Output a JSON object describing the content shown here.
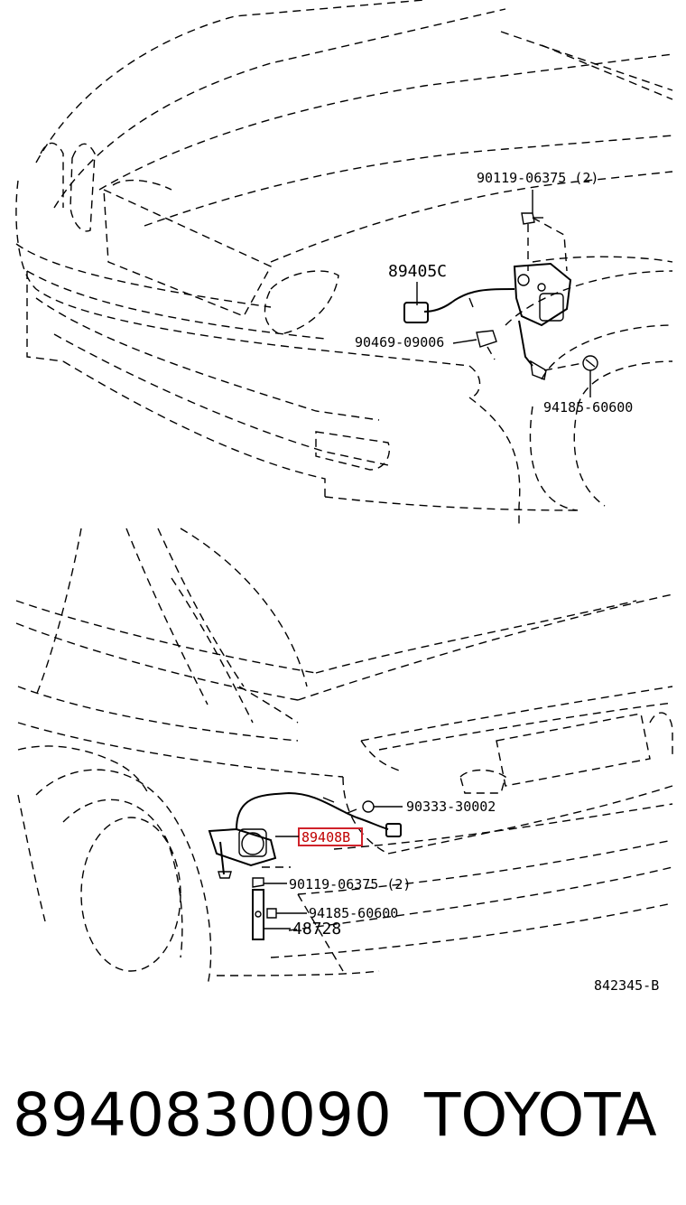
{
  "diagram": {
    "highlight_color": "#d0222a",
    "top_view": {
      "callouts": {
        "bolt_top": "90119-06375 (2)",
        "sensor_front": "89405C",
        "clip_front": "90469-09006",
        "nut_front": "94185-60600"
      }
    },
    "bottom_view": {
      "callouts": {
        "grommet": "90333-30002",
        "sensor_rear": "89408B",
        "bolt_rear": "90119-06375 (2)",
        "nut_rear": "94185-60600",
        "bracket": "48728"
      },
      "illustration_code": "842345-B"
    }
  },
  "footer": {
    "part_number": "8940830090",
    "brand": "TOYOTA"
  }
}
